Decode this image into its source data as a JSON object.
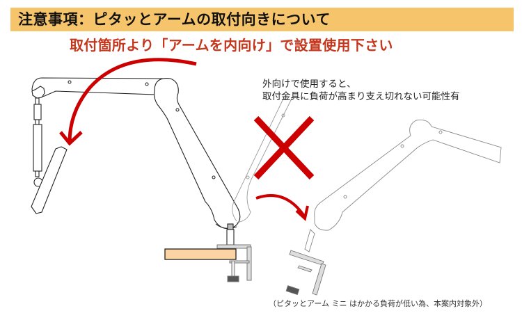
{
  "header": {
    "title": "注意事項：ピタッとアームの取付向きについて",
    "band_color": "#f6c46a"
  },
  "instruction": {
    "text": "取付箇所より「アームを内向け」で設置使用下さい",
    "color": "#c5371c"
  },
  "warning": {
    "line1": "外向けで使用すると、",
    "line2": "取付金具に負荷が高まり支え切れない可能性有"
  },
  "footnote": {
    "text": "（ピタッとアーム ミニ はかかる負荷が低い為、本案内対象外）"
  },
  "diagram": {
    "correct_setup": {
      "label": "inward-facing arm clamped to desk",
      "desk_color": "#fdd3a3"
    },
    "incorrect_setup": {
      "label": "outward-facing arm",
      "mark": "cross"
    },
    "accent_color": "#cc0000"
  }
}
